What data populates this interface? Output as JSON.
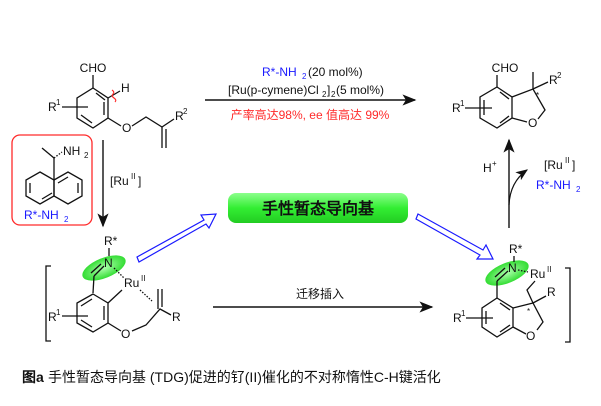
{
  "reagents": {
    "amine": {
      "main": "R*-NH",
      "sub": "2",
      "extra": " (20 mol%)"
    },
    "catalyst": {
      "main": "[Ru(p-cymene)Cl",
      "sub1": "2",
      "mid": "]",
      "sub2": "2",
      "extra": " (5 mol%)"
    },
    "result": "产率高达98%, ee 值高达 99%"
  },
  "substrate": {
    "cho": "CHO",
    "h": "H",
    "r1": "R",
    "r1_sup": "1",
    "o": "O",
    "r2": "R",
    "r2_sup": "2"
  },
  "amine_box": {
    "nh2": "NH",
    "nh2_sub": "2",
    "label": "R*-NH",
    "label_sub": "2"
  },
  "step_down": {
    "ru": "[Ru",
    "ru_sup": "II",
    "ru_end": "]"
  },
  "banner": {
    "label": "手性暂态导向基",
    "color": "#33dd33"
  },
  "intermediate_left": {
    "rstar": "R*",
    "n": "N",
    "ru": "Ru",
    "ru_sup": "II",
    "r1": "R",
    "r1_sup": "1",
    "o": "O",
    "r": "R"
  },
  "migration": {
    "label": "迁移插入"
  },
  "intermediate_right": {
    "rstar": "R*",
    "n": "N",
    "ru": "Ru",
    "ru_sup": "II",
    "r1": "R",
    "r1_sup": "1",
    "o": "O",
    "r": "R",
    "star": "*"
  },
  "step_up": {
    "h": "H",
    "h_sup": "+",
    "ru": "[Ru",
    "ru_sup": "II",
    "ru_end": "]",
    "amine": "R*-NH",
    "amine_sub": "2"
  },
  "product": {
    "cho": "CHO",
    "r1": "R",
    "r1_sup": "1",
    "r2": "R",
    "r2_sup": "2",
    "o": "O",
    "star": "*"
  },
  "caption": {
    "prefix": "图a",
    "text": " 手性暂态导向基 (TDG)促进的钌(II)催化的不对称惰性C-H键活化"
  },
  "colors": {
    "blue": "#1a1aff",
    "red": "#ff2a2a",
    "green": "#33dd33"
  }
}
